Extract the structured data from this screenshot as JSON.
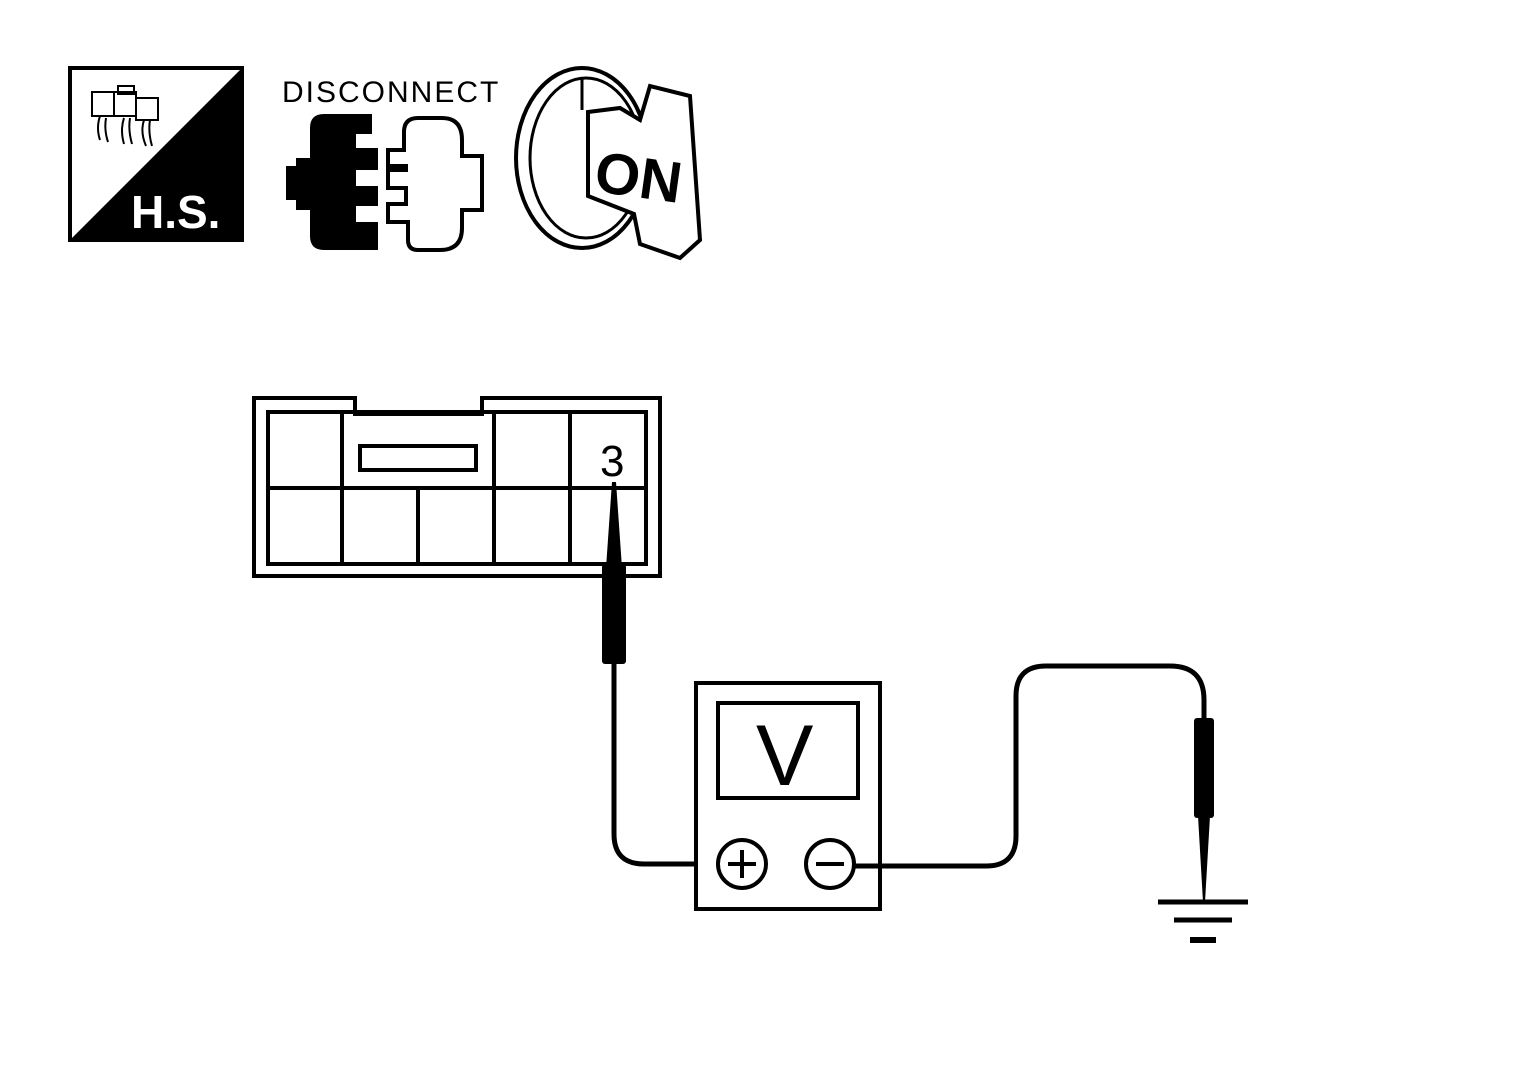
{
  "icons": {
    "harness_label": "H.S.",
    "disconnect_label": "DISCONNECT",
    "ignition_label": "ON"
  },
  "connector": {
    "pin_label": "3"
  },
  "meter": {
    "mode_label": "V"
  },
  "icon_names": [
    "harness-connector-icon",
    "disconnect-icon",
    "ignition-on-icon",
    "ground-icon",
    "plus-terminal-icon",
    "minus-terminal-icon"
  ]
}
